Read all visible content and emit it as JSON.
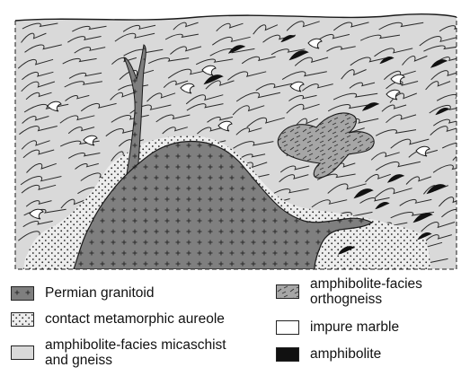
{
  "legend": {
    "items": [
      {
        "key": "granitoid",
        "label": "Permian granitoid"
      },
      {
        "key": "aureole",
        "label": "contact metamorphic aureole"
      },
      {
        "key": "micaschist",
        "label": "amphibolite-facies micaschist\nand gneiss"
      },
      {
        "key": "orthogneiss",
        "label": "amphibolite-facies\northogneiss"
      },
      {
        "key": "marble",
        "label": "impure marble"
      },
      {
        "key": "amphibolite",
        "label": "amphibolite"
      }
    ]
  },
  "colors": {
    "micaschist_fill": "#d9d9d9",
    "granitoid_fill": "#7f7f7f",
    "orthogneiss_fill": "#a6a6a6",
    "aureole_fill": "#ededed",
    "marble_fill": "#ffffff",
    "amphibolite_fill": "#111111",
    "outline": "#1a1a1a"
  }
}
